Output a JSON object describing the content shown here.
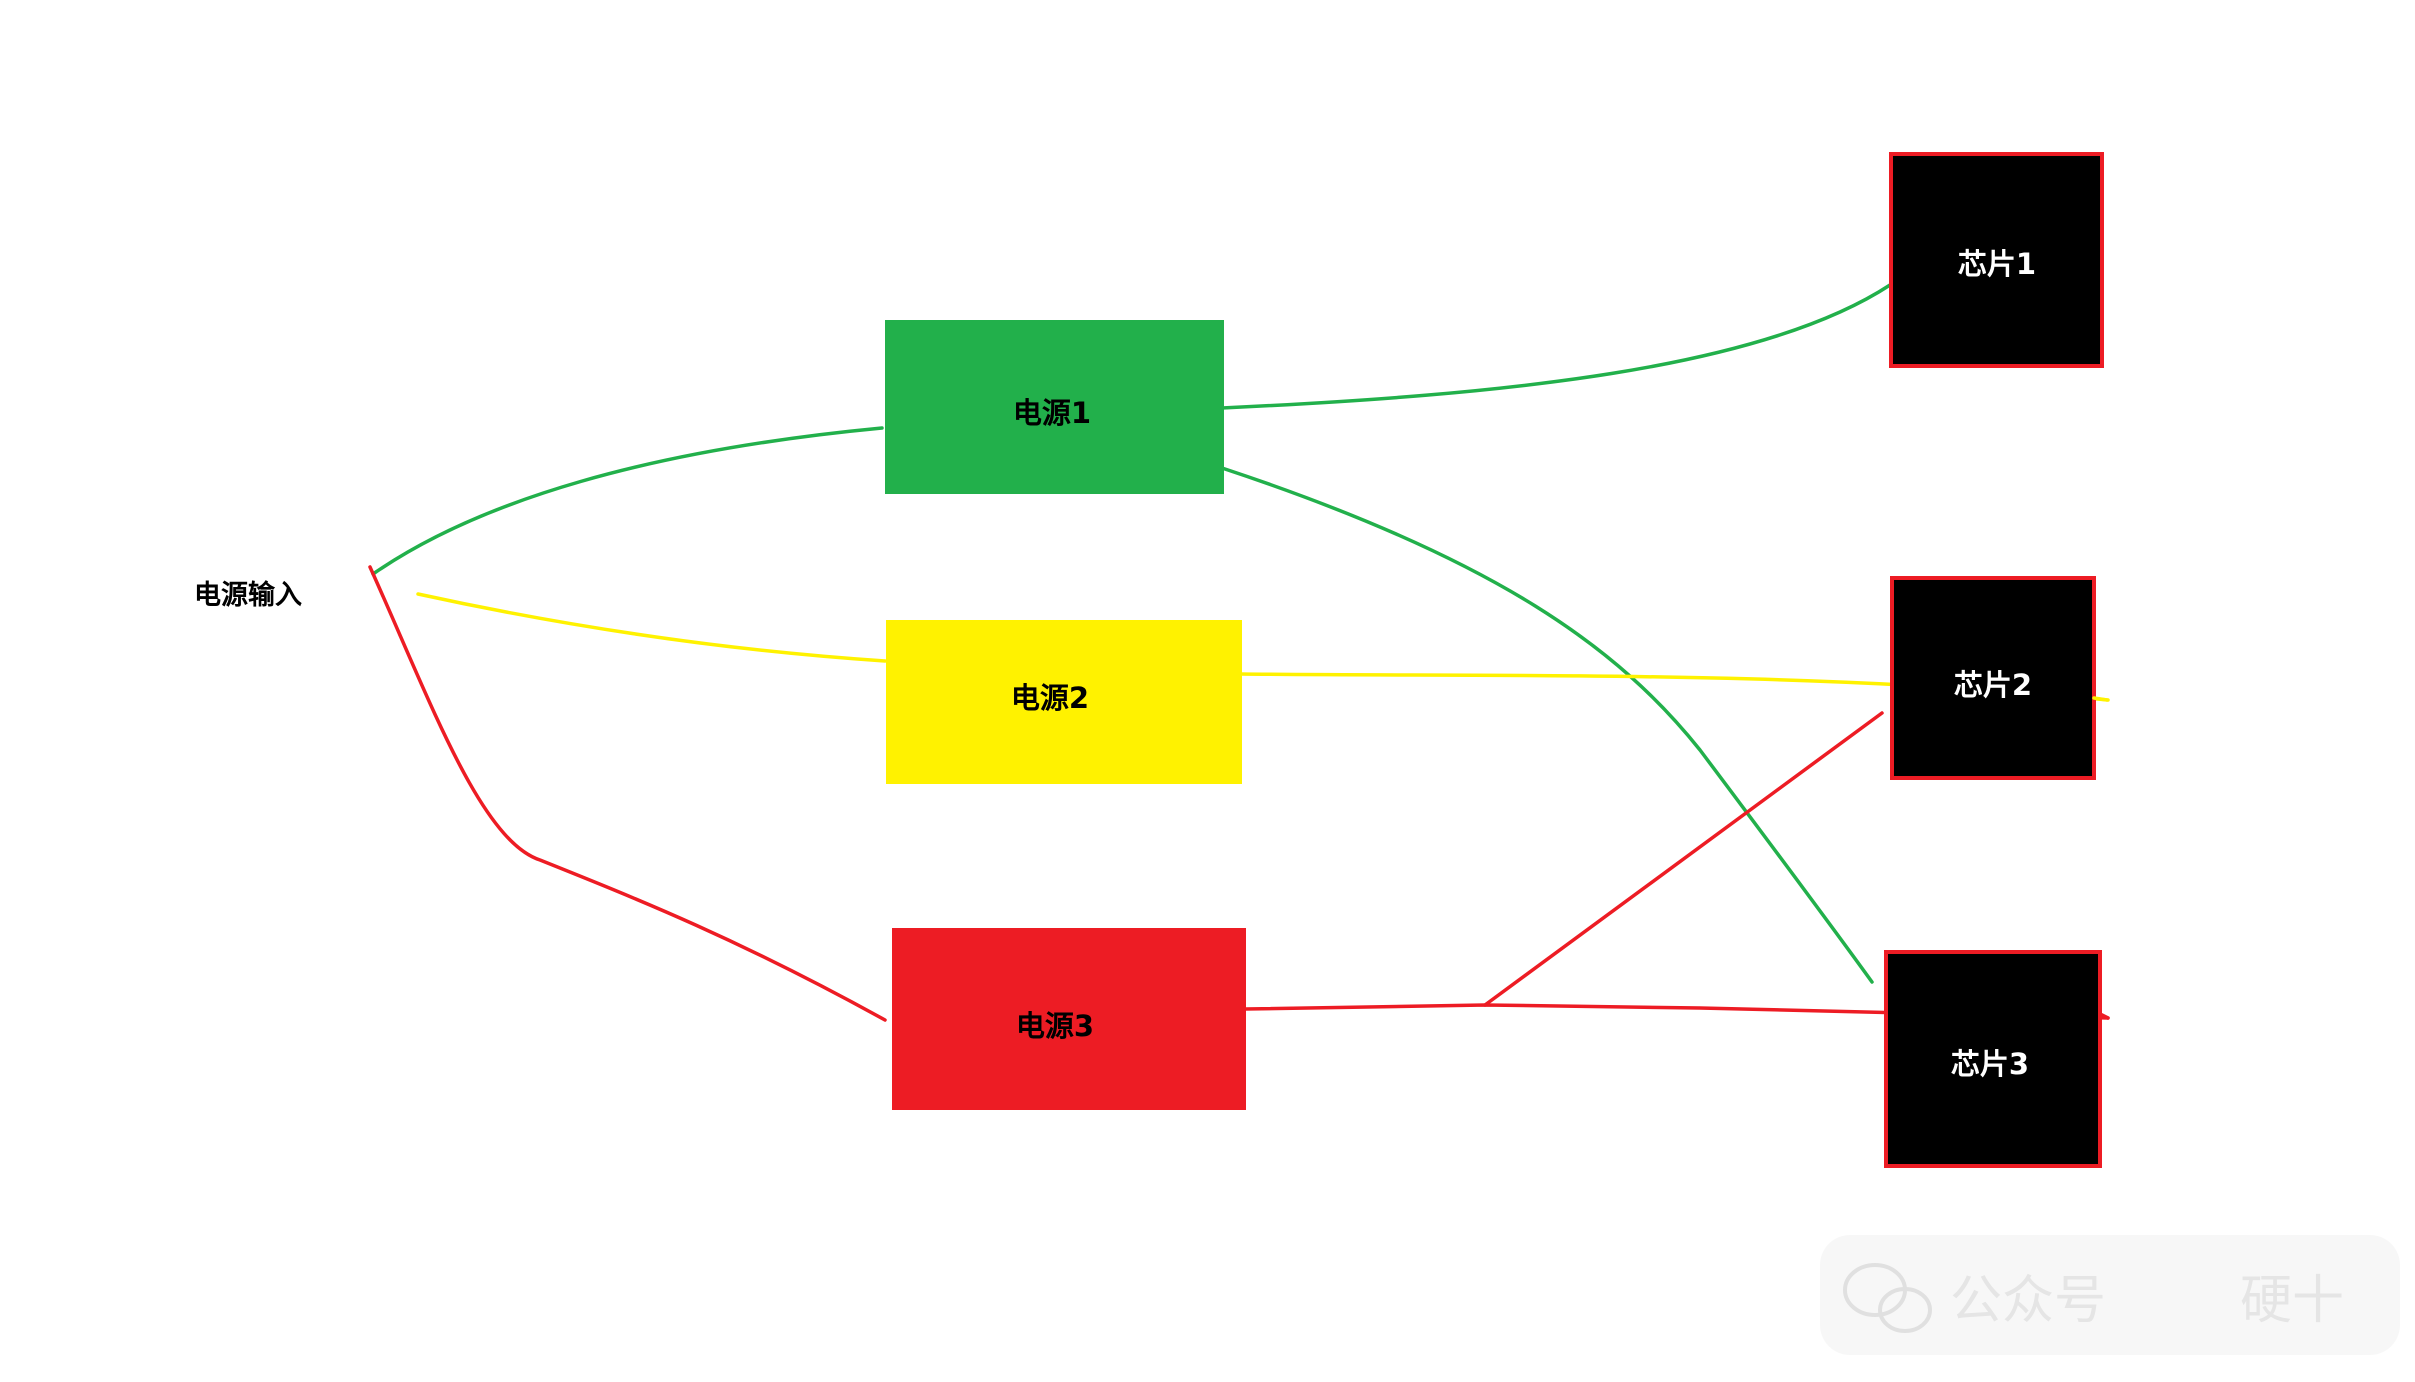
{
  "input_label": "电源输入",
  "power_supplies": [
    {
      "id": "psu1",
      "label": "电源1",
      "color": "#22B04B"
    },
    {
      "id": "psu2",
      "label": "电源2",
      "color": "#FFF200"
    },
    {
      "id": "psu3",
      "label": "电源3",
      "color": "#ED1C24"
    }
  ],
  "chips": [
    {
      "id": "chip1",
      "label": "芯片1",
      "fill": "#000000",
      "border": "#ED1C24"
    },
    {
      "id": "chip2",
      "label": "芯片2",
      "fill": "#000000",
      "border": "#ED1C24"
    },
    {
      "id": "chip3",
      "label": "芯片3",
      "fill": "#000000",
      "border": "#ED1C24"
    }
  ],
  "connections": [
    {
      "from": "input",
      "to": "psu1",
      "color": "#22B04B"
    },
    {
      "from": "input",
      "to": "psu2",
      "color": "#FFF200"
    },
    {
      "from": "input",
      "to": "psu3",
      "color": "#ED1C24"
    },
    {
      "from": "psu1",
      "to": "chip1",
      "color": "#22B04B"
    },
    {
      "from": "psu1",
      "to": "chip3",
      "color": "#22B04B"
    },
    {
      "from": "psu2",
      "to": "chip2",
      "color": "#FFF200"
    },
    {
      "from": "psu3",
      "to": "chip3",
      "color": "#ED1C24"
    },
    {
      "from": "psu3",
      "to": "chip2",
      "color": "#ED1C24"
    }
  ],
  "watermark": {
    "icon": "wechat-icon",
    "text1": "公众号",
    "text2": "硬十"
  }
}
